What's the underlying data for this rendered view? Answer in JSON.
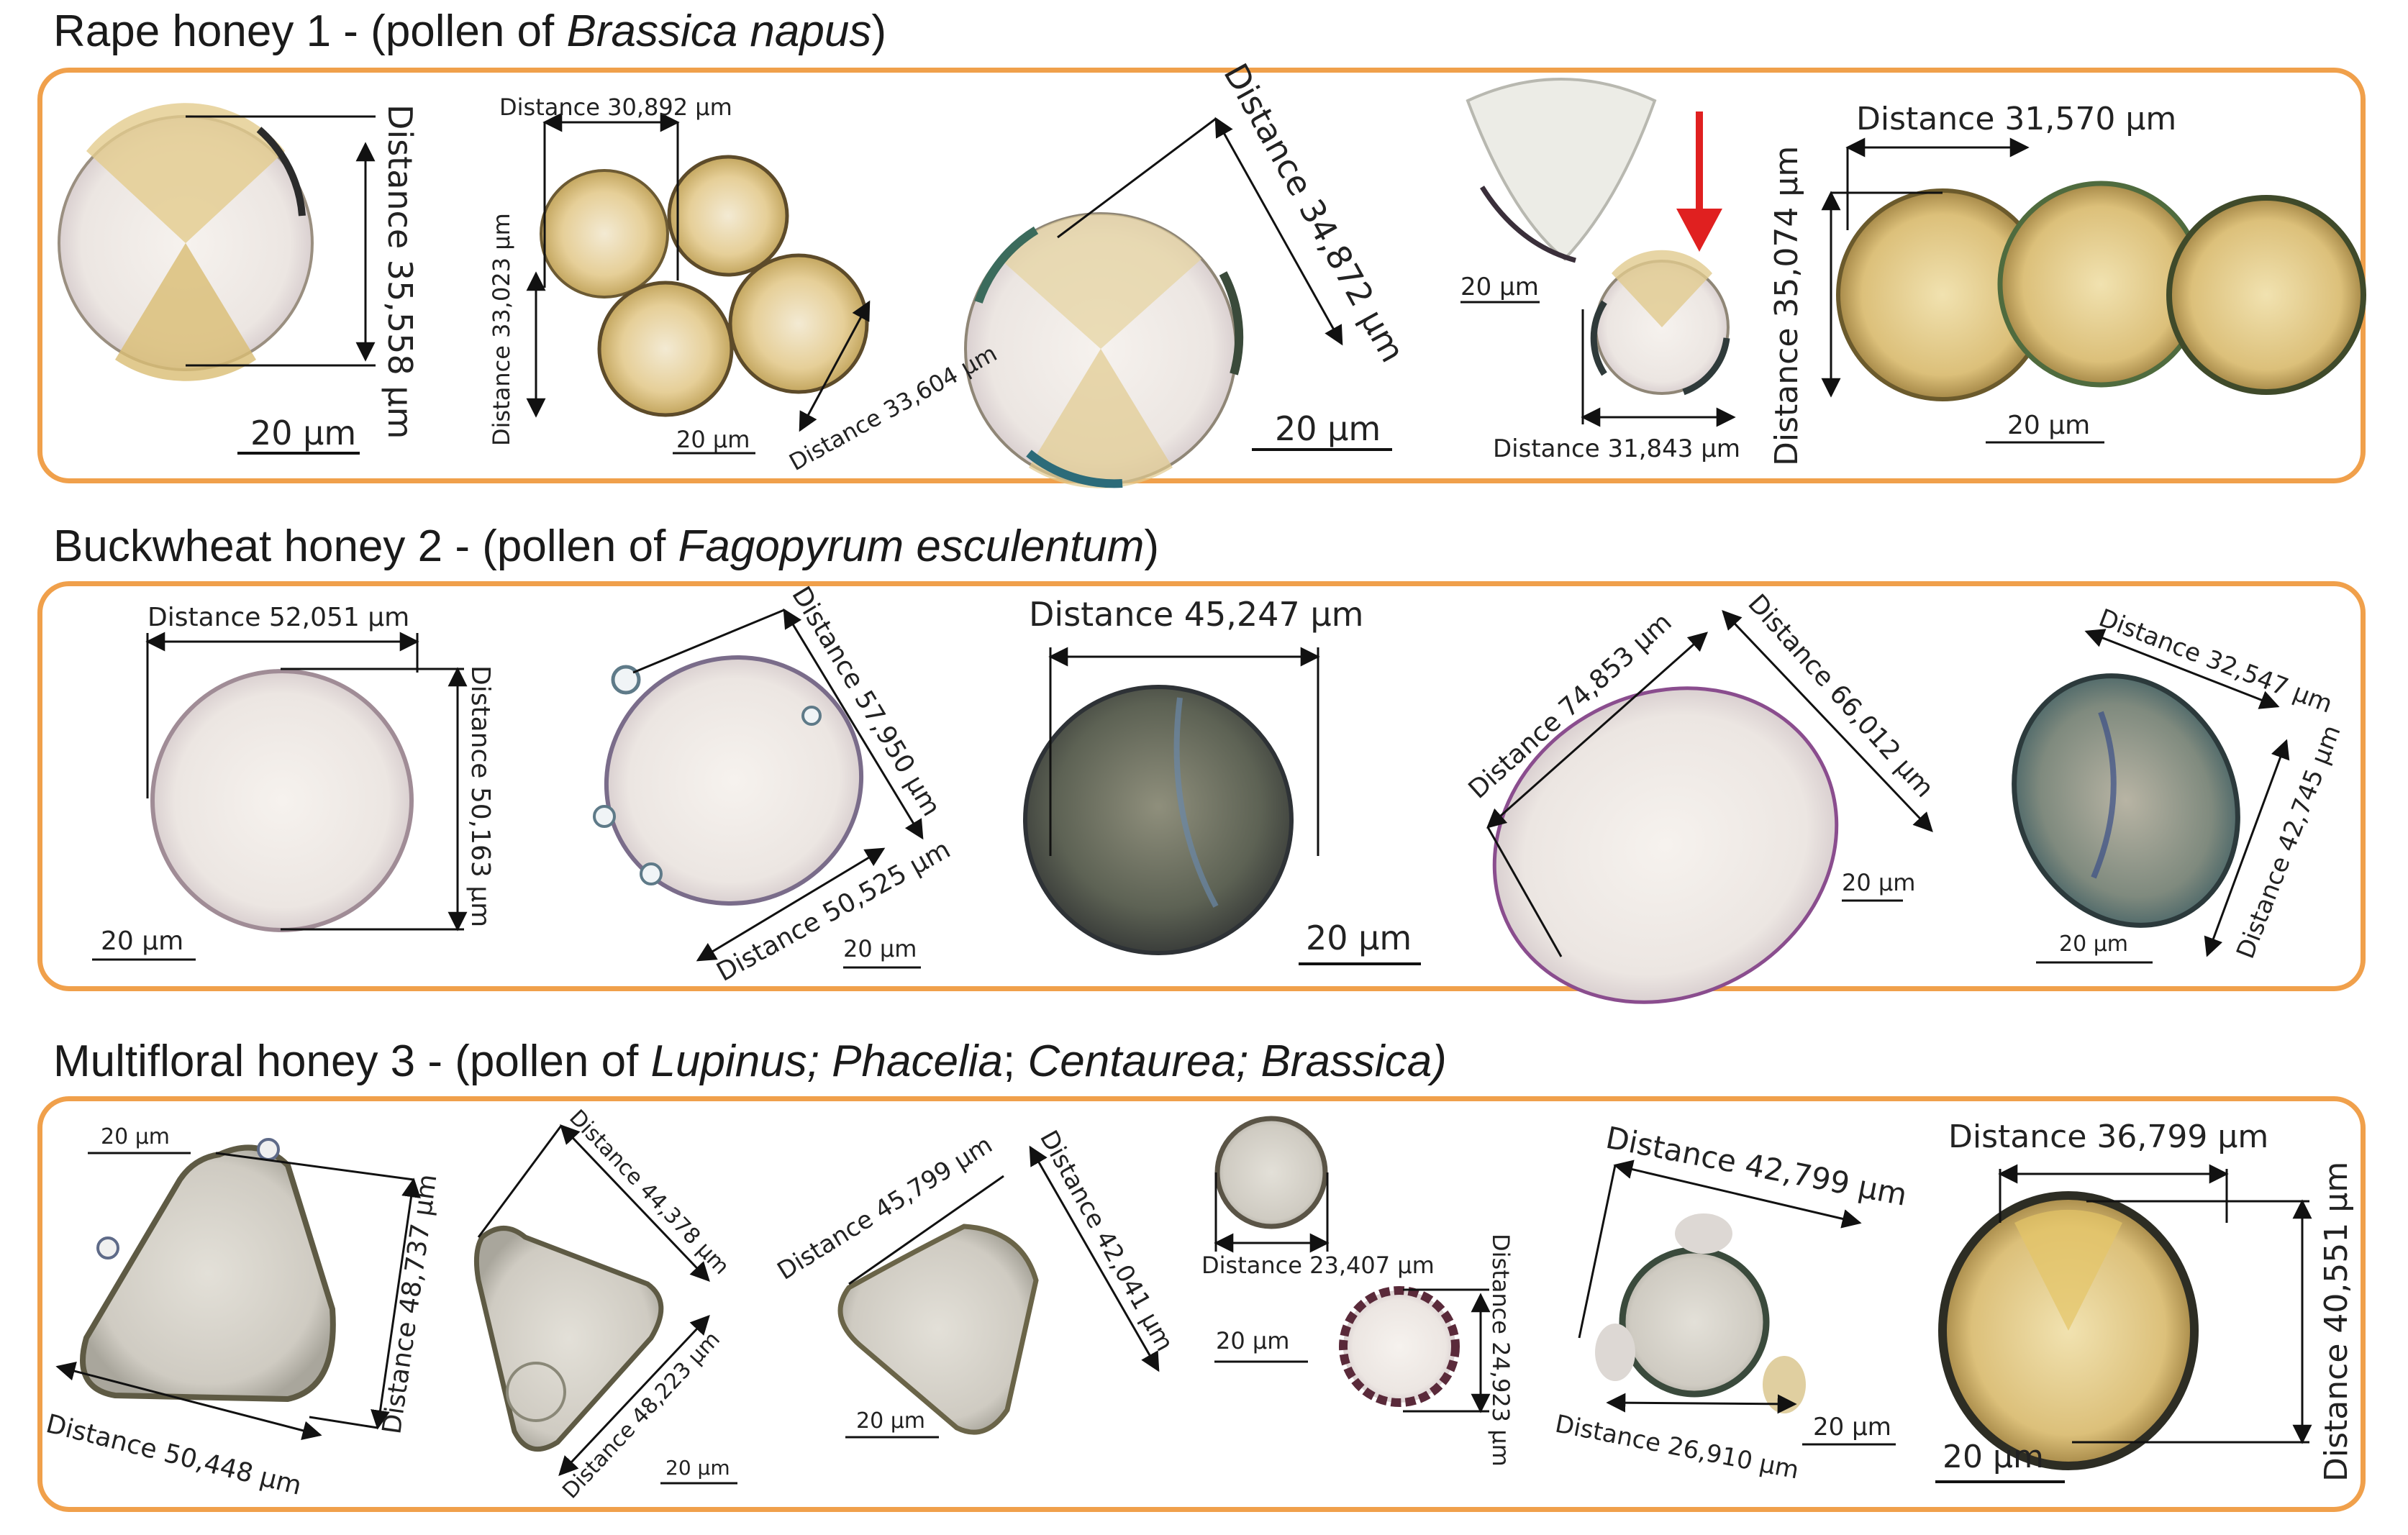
{
  "colors": {
    "panel_border": "#F0A04B",
    "arrow": "#E02020",
    "measure_line": "#111111"
  },
  "sections": [
    {
      "heading_pre": "Rape honey 1 - (pollen of ",
      "heading_em": "Brassica napus",
      "heading_post": ")",
      "labels": [
        "Distance 35,558 µm",
        "20 µm",
        "Distance 30,892 µm",
        "Distance 33,023 µm",
        "Distance 33,604 µm",
        "20 µm",
        "Distance 34,872 µm",
        "20 µm",
        "20 µm",
        "Distance 31,843 µm",
        "Distance 31,570 µm",
        "Distance 35,074 µm",
        "20 µm"
      ]
    },
    {
      "heading_pre": "Buckwheat honey 2 - (pollen of ",
      "heading_em": "Fagopyrum esculentum",
      "heading_post": ")",
      "labels": [
        "Distance 52,051 µm",
        "Distance 50,163 µm",
        "20 µm",
        "Distance 57,950 µm",
        "Distance 50,525 µm",
        "20 µm",
        "Distance 45,247 µm",
        "20 µm",
        "Distance 74,853 µm",
        "Distance 66,012 µm",
        "20 µm",
        "Distance 32,547 µm",
        "Distance 42,745 µm",
        "20 µm"
      ]
    },
    {
      "heading_pre": "Multifloral honey 3 - (pollen of ",
      "heading_em": "Lupinus; Phacelia",
      "heading_mid": "; ",
      "heading_em2": "Centaurea; Brassica)",
      "labels": [
        "20 µm",
        "Distance 48,737 µm",
        "Distance 50,448 µm",
        "Distance 44,378 µm",
        "Distance 48,223 µm",
        "20 µm",
        "Distance 45,799 µm",
        "Distance 42,041 µm",
        "20 µm",
        "Distance 23,407 µm",
        "20 µm",
        "Distance 24,923 µm",
        "Distance 42,799 µm",
        "Distance 26,910 µm",
        "20 µm",
        "Distance 36,799 µm",
        "Distance 40,551 µm",
        "20 µm"
      ]
    }
  ]
}
